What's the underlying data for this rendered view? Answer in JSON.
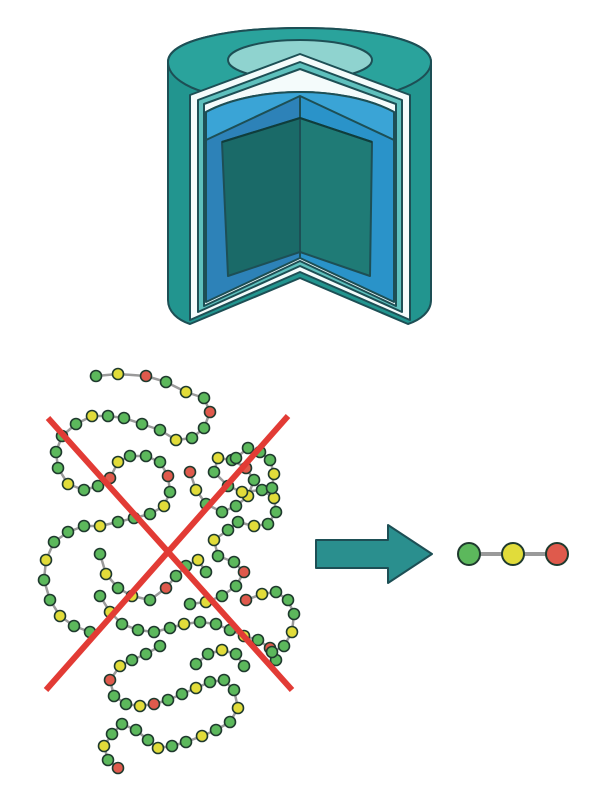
{
  "colors": {
    "background": "#ffffff",
    "outline": "#1d4f55",
    "teal_wall": "#22958f",
    "teal_light": "#5ec0bd",
    "teal_pale": "#8fd3cf",
    "gap_white": "#f4fbfb",
    "blue_wall": "#2a93c9",
    "blue_inner": "#2d82b8",
    "blue_top": "#3aa4d6",
    "core_dark": "#1a6a68",
    "core_mid": "#1f7b76",
    "arrow_fill": "#2a8f8e",
    "cross_red": "#e23b35",
    "bond_gray": "#9a9a9a",
    "bead_green": "#5cb85c",
    "bead_yellow": "#e1dc3a",
    "bead_red": "#df5a4c",
    "bead_outline": "#1f3a2e"
  },
  "illustration": {
    "top": "cutaway-cylinder-container",
    "left": "tangled-bead-chain-crossed-out",
    "middle": "right-arrow",
    "right": "short-three-bead-chain"
  },
  "short_chain": [
    "green",
    "yellow",
    "red"
  ]
}
